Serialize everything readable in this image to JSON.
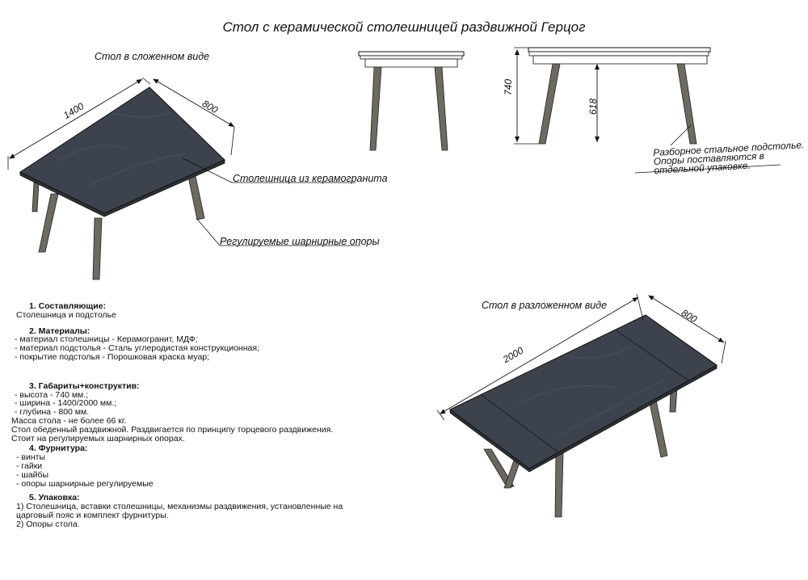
{
  "title": "Стол с керамической столешницей  раздвижной Герцог",
  "views": {
    "folded_label": "Стол в сложенном виде",
    "unfolded_label": "Стол в разложенном виде"
  },
  "dimensions": {
    "folded_length": "1400",
    "folded_width": "800",
    "unfolded_length": "2000",
    "unfolded_width": "800",
    "height_total": "740",
    "height_under": "618"
  },
  "callouts": {
    "tabletop": "Столешница из керамогранита",
    "supports": "Регулируемые шарнирные опоры",
    "base_line1": "Разборное стальное подстолье.",
    "base_line2": "Опоры поставляются в",
    "base_line3": "отдельной упаковке."
  },
  "spec": {
    "s1_head": "1. Составляющие:",
    "s1_l1": "Столешница и подстолье",
    "s2_head": "2. Материалы:",
    "s2_l1": "- материал столешницы - Керамогранит, МДФ;",
    "s2_l2": "- материал подстолья - Сталь углеродистая конструкционная;",
    "s2_l3": "- покрытие подстолья - Порошковая краска муар;",
    "s3_head": "3. Габариты+конструктив:",
    "s3_l1": "- высота - 740 мм.;",
    "s3_l2": "- ширина - 1400/2000 мм.;",
    "s3_l3": "- глубина - 800 мм.",
    "s3_l4": "Масса стола - не более 66 кг.",
    "s3_l5": "Стол обеденный раздвижной. Раздвигается по принципу торцевого раздвижения.",
    "s3_l6": "Стоит на регулируемых шарнирных опорах.",
    "s4_head": "4. Фурнитура:",
    "s4_l1": "- винты",
    "s4_l2": "- гайки",
    "s4_l3": "- шайбы",
    "s4_l4": "- опоры шарнирные регулируемые",
    "s5_head": "5. Упаковка:",
    "s5_l1": "1) Столешница, вставки столешницы, механизмы раздвижения, установленные на",
    "s5_l2": "царговый пояс и комплект фурнитуры.",
    "s5_l3": "2) Опоры стола."
  }
}
